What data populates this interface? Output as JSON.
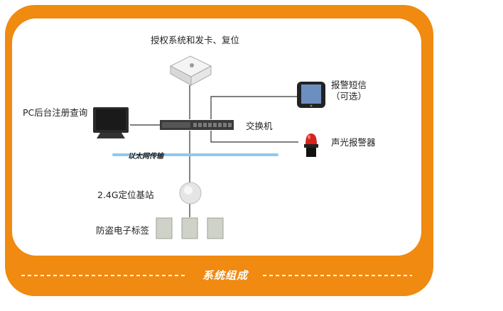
{
  "title": "系统组成",
  "nodes": {
    "auth": "授权系统和发卡、复位",
    "pc": "PC后台注册查询",
    "switch": "交换机",
    "sms_line1": "报警短信",
    "sms_line2": "（可选）",
    "alarm": "声光报警器",
    "base_station": "2.4G定位基站",
    "tags": "防盗电子标签"
  },
  "ethernet_label": "以太网传输",
  "colors": {
    "frame": "#f08a10",
    "ethernet_bus": "#8ec9ec",
    "alarm_light": "#d8231b"
  },
  "icons": [
    "card-reader-icon",
    "monitor-icon",
    "network-switch-icon",
    "smartphone-icon",
    "alarm-light-icon",
    "base-station-icon",
    "rfid-tag-icon"
  ]
}
